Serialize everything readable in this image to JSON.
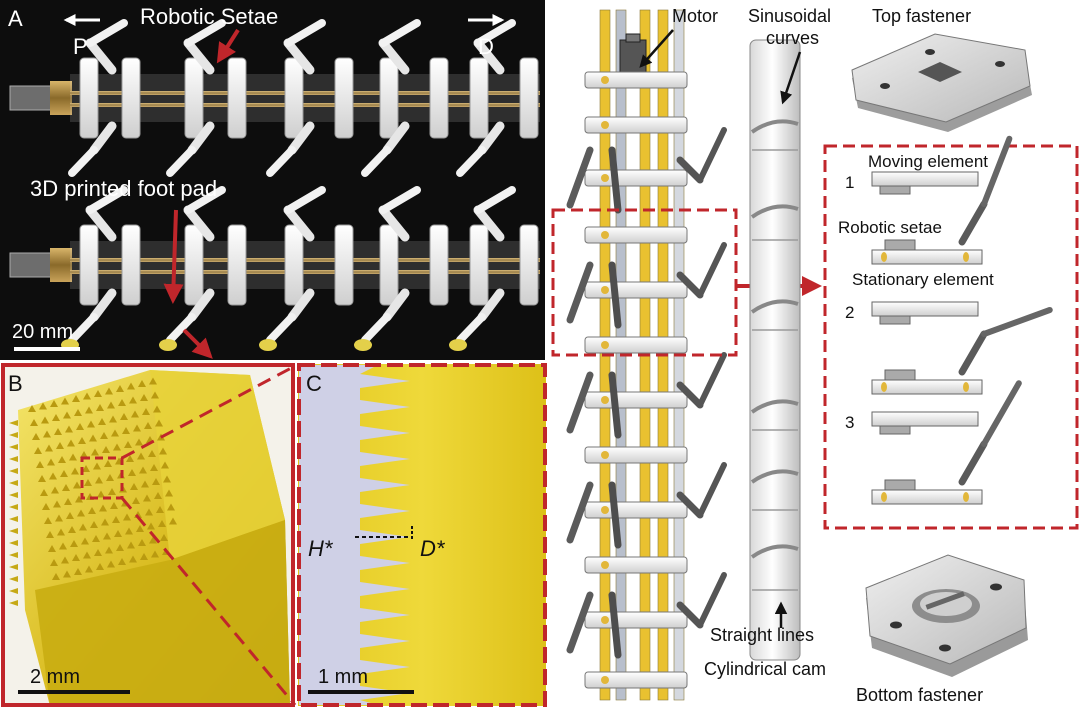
{
  "panels": {
    "a": {
      "letter": "A",
      "left_direction": "P",
      "right_direction": "D",
      "setae_label": "Robotic Setae",
      "footpad_label": "3D printed foot pad",
      "scale": "20 mm"
    },
    "b": {
      "letter": "B",
      "scale": "2 mm"
    },
    "c": {
      "letter": "C",
      "scale": "1 mm",
      "height_symbol": "H*",
      "depth_symbol": "D*"
    }
  },
  "assembly": {
    "motor": "Motor",
    "sinusoidal": "Sinusoidal curves",
    "straight": "Straight lines",
    "cam": "Cylindrical cam",
    "top_fastener": "Top fastener",
    "bottom_fastener": "Bottom fastener",
    "inset": {
      "moving": "Moving element",
      "setae": "Robotic setae",
      "stationary": "Stationary element",
      "steps": [
        "1",
        "2",
        "3"
      ]
    }
  },
  "colors": {
    "highlight": "#c0262b",
    "rod_yellow": "#e9c130",
    "photo_bg": "#0d0d0d",
    "resin_yellow": "#e5cc1a"
  }
}
